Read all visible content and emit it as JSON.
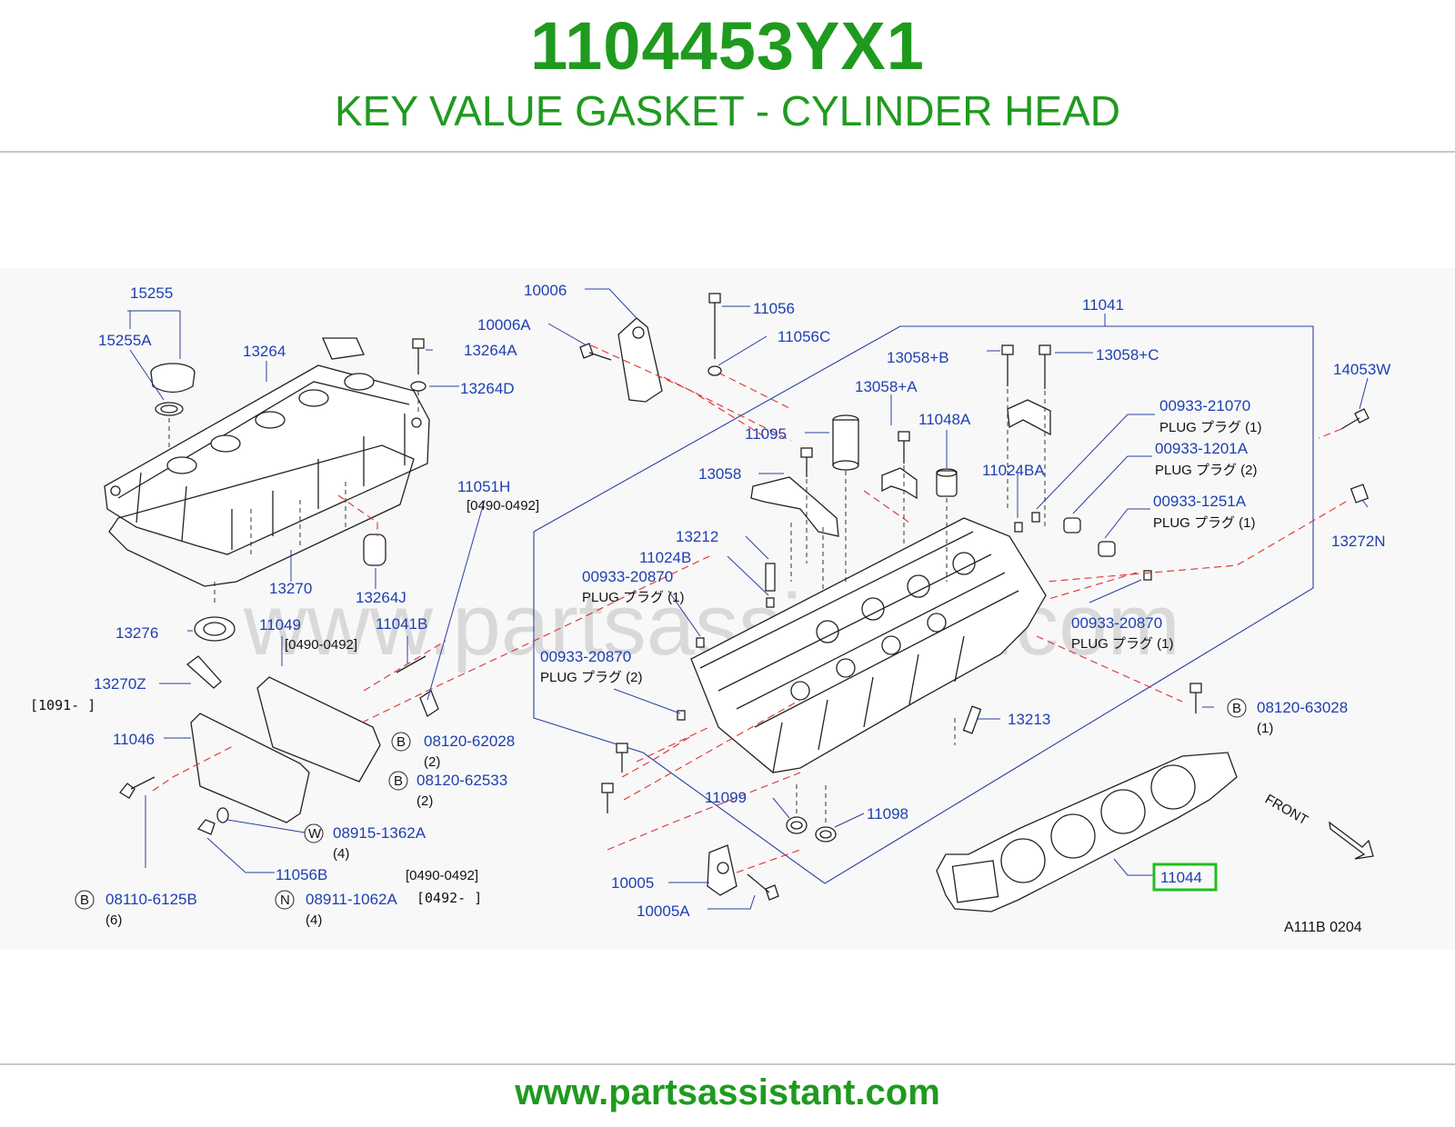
{
  "header": {
    "part_number": "1104453YX1",
    "description": "KEY VALUE GASKET - CYLINDER HEAD"
  },
  "watermark": "www.partsassistant.com",
  "footer": {
    "url": "www.partsassistant.com"
  },
  "highlight_color": "#1fbf1f",
  "brand_color": "#1f9a1f",
  "diagram": {
    "code": "A111B  0204",
    "front_label": "FRONT",
    "labels": {
      "p15255": "15255",
      "p15255A": "15255A",
      "p13264": "13264",
      "p13264A": "13264A",
      "p13264D": "13264D",
      "p13270": "13270",
      "p13264J": "13264J",
      "p13276": "13276",
      "p11049": "11049",
      "p11049_range": "[0490-0492]",
      "p11041B": "11041B",
      "p13270Z": "13270Z",
      "p13270Z_range": "[1091-         ]",
      "p11046": "11046",
      "p08120_62028": "08120-62028",
      "q_2a": "(2)",
      "p08120_62533": "08120-62533",
      "q_2b": "(2)",
      "p08915_1362A": "08915-1362A",
      "q_4a": "(4)",
      "p11056B": "11056B",
      "p11056B_range": "[0490-0492]",
      "p08110_6125B": "08110-6125B",
      "q_6": "(6)",
      "p08911_1062A": "08911-1062A",
      "p08911_range": "[0492-         ]",
      "q_4b": "(4)",
      "p11051H": "11051H",
      "p11051H_range": "[0490-0492]",
      "p10006": "10006",
      "p10006A": "10006A",
      "p11056": "11056",
      "p11056C": "11056C",
      "p11041": "11041",
      "p13058B": "13058+B",
      "p13058C": "13058+C",
      "p14053W": "14053W",
      "p13058A": "13058+A",
      "p11095": "11095",
      "p11048A": "11048A",
      "p00933_21070": "00933-21070",
      "plug_1a": "PLUG   プラグ (1)",
      "p00933_1201A": "00933-1201A",
      "plug_2a": "PLUG   プラグ (2)",
      "p13058": "13058",
      "p11024BA": "11024BA",
      "p00933_1251A": "00933-1251A",
      "plug_1b": "PLUG   プラグ (1)",
      "p13272N": "13272N",
      "p13212": "13212",
      "p11024B": "11024B",
      "p00933_20870a": "00933-20870",
      "plug_1c": "PLUG   プラグ (1)",
      "p00933_20870b": "00933-20870",
      "plug_1d": "PLUG   プラグ (1)",
      "p00933_20870c": "00933-20870",
      "plug_2b": "PLUG   プラグ (2)",
      "p08120_63028": "08120-63028",
      "q_1": "(1)",
      "p13213": "13213",
      "p11099": "11099",
      "p11098": "11098",
      "p10005": "10005",
      "p10005A": "10005A",
      "p11044": "11044",
      "mark_B": "B",
      "mark_W": "W",
      "mark_N": "N"
    }
  }
}
